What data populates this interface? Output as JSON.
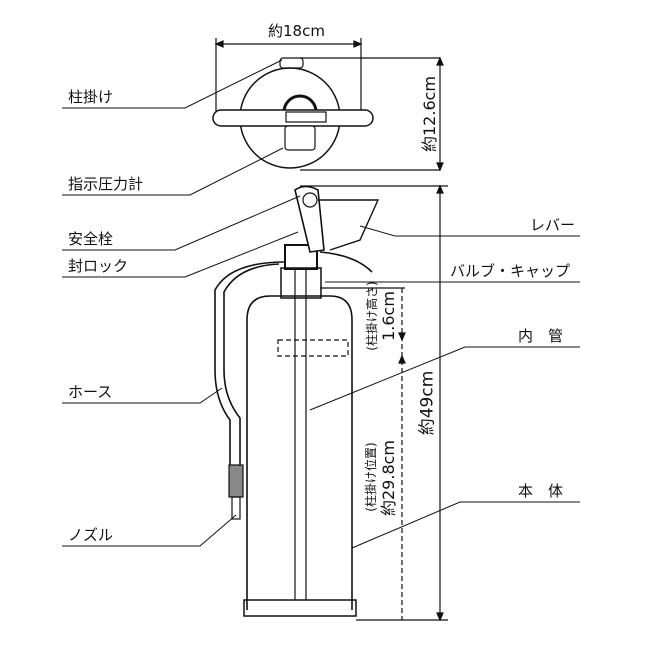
{
  "dimensions": {
    "width": "約18cm",
    "depth": "約12.6cm",
    "height": "約49cm",
    "hook_height_caption": "(柱掛け高さ)",
    "hook_height": "1.6cm",
    "hook_position_caption": "(柱掛け位置)",
    "hook_position": "約29.8cm"
  },
  "labels_left": {
    "hook": "柱掛け",
    "gauge": "指示圧力計",
    "safety_pin": "安全栓",
    "seal_lock": "封ロック",
    "hose": "ホース",
    "nozzle": "ノズル"
  },
  "labels_right": {
    "lever": "レバー",
    "valve_cap": "バルブ・キャップ",
    "inner_tube": "内　管",
    "body": "本　体"
  }
}
